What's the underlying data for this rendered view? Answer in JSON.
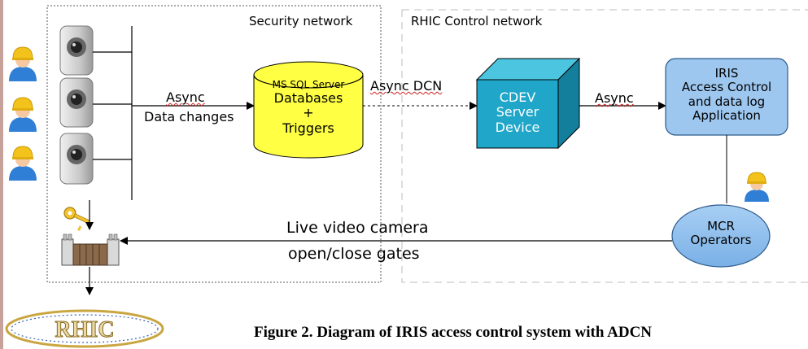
{
  "zones": {
    "security": "Security network",
    "rhic_control": "RHIC Control network"
  },
  "edges": {
    "async_1": "Async",
    "data_changes": "Data changes",
    "async_dcn": "Async DCN",
    "async_2": "Async",
    "live_video": "Live video camera",
    "open_close": "open/close gates"
  },
  "nodes": {
    "db": {
      "line1": "MS SQL Server",
      "line2": "Databases",
      "line3": "+",
      "line4": "Triggers"
    },
    "cdev": {
      "line1": "CDEV",
      "line2": "Server",
      "line3": "Device"
    },
    "iris": {
      "line1": "IRIS",
      "line2": "Access Control",
      "line3": "and data log",
      "line4": "Application"
    },
    "mcr": {
      "line1": "MCR",
      "line2": "Operators"
    }
  },
  "logo": {
    "text": "RHIC"
  },
  "caption": "Figure 2. Diagram of IRIS access control system with ADCN",
  "colors": {
    "db_fill": "#ffff44",
    "cdev_front": "#1fa6c8",
    "cdev_top": "#4cc5e0",
    "cdev_side": "#147f9c",
    "app_fill": "#9ec7f0",
    "app_stroke": "#2c5a8a",
    "worker_helmet": "#f3c21b",
    "worker_body": "#2f7fd6",
    "zone_stroke": "#555555",
    "rhic_dash": "#bdbdbd"
  },
  "icons": [
    "worker-icon",
    "camera-icon",
    "key-icon",
    "gate-icon",
    "rhic-logo"
  ]
}
